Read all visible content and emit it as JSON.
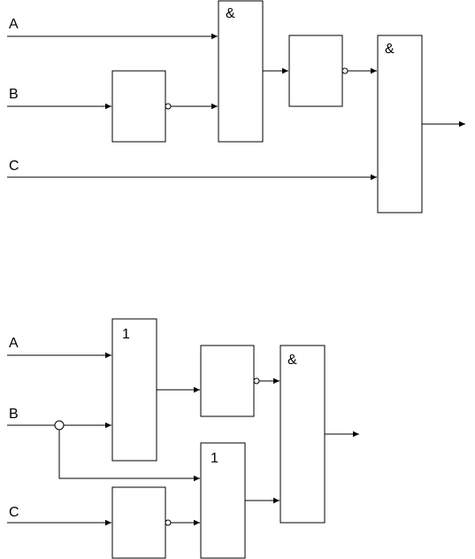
{
  "circuit_top": {
    "inputs": {
      "a": "A",
      "b": "B",
      "c": "C"
    },
    "gates": {
      "and1": "&",
      "not1": "",
      "not2": "",
      "and2": "&"
    }
  },
  "circuit_bottom": {
    "inputs": {
      "a": "A",
      "b": "B",
      "c": "C"
    },
    "gates": {
      "or1": "1",
      "not1": "",
      "or2": "1",
      "not2": "",
      "and1": "&"
    }
  }
}
